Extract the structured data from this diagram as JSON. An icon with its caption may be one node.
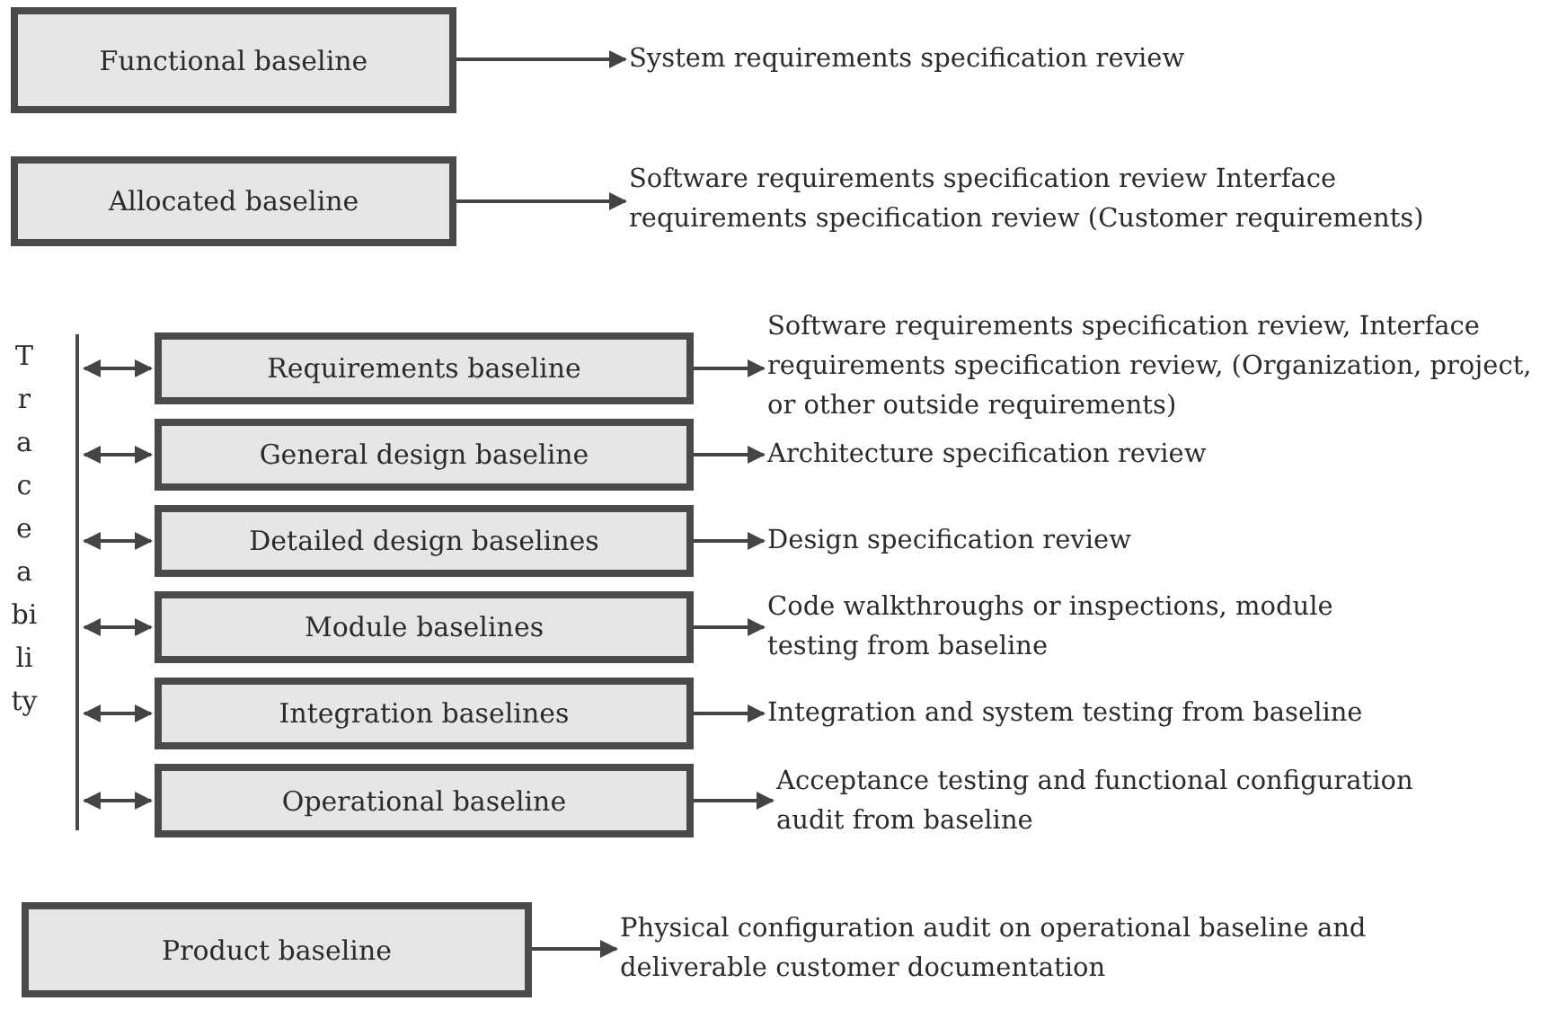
{
  "diagram": {
    "nodes": [
      {
        "text": [
          "Functional baseline"
        ]
      },
      {
        "text": [
          "System requirements specification review"
        ]
      },
      {
        "text": [
          "Allocated baseline"
        ]
      },
      {
        "text": [
          "Software requirements specification review Interface requirements specification review (Customer requirements)"
        ]
      },
      {
        "text": [
          "Traceability"
        ]
      },
      {
        "text": [
          "Requirements baseline"
        ]
      },
      {
        "text": [
          "Software requirements specification review, Interface requirements specification review, (Organization, project, or other outside requirements)"
        ]
      },
      {
        "text": [
          "General design baseline"
        ]
      },
      {
        "text": [
          "Architecture specification review"
        ]
      },
      {
        "text": [
          "Detailed design baselines"
        ]
      },
      {
        "text": [
          "Design specification review"
        ]
      },
      {
        "text": [
          "Module baselines"
        ]
      },
      {
        "text": [
          "Code walkthroughs or inspections, module testing from baseline"
        ]
      },
      {
        "text": [
          "Integration baselines"
        ]
      },
      {
        "text": [
          "Integration and system testing from baseline"
        ]
      },
      {
        "text": [
          "Operational baseline"
        ]
      },
      {
        "text": [
          "Acceptance testing and functional configuration audit from baseline"
        ]
      },
      {
        "text": [
          "Product baseline"
        ]
      },
      {
        "text": [
          "Physical configuration audit on operational baseline and deliverable customer documentation"
        ]
      }
    ],
    "edges": [
      {
        "from": 0,
        "to": 1,
        "arrow": "to"
      },
      {
        "from": 2,
        "to": 3,
        "arrow": "to"
      },
      {
        "from": 4,
        "to": 5,
        "arrow": "both"
      },
      {
        "from": 5,
        "to": 6,
        "arrow": "to"
      },
      {
        "from": 4,
        "to": 7,
        "arrow": "both"
      },
      {
        "from": 7,
        "to": 8,
        "arrow": "to"
      },
      {
        "from": 4,
        "to": 9,
        "arrow": "both"
      },
      {
        "from": 9,
        "to": 10,
        "arrow": "to"
      },
      {
        "from": 4,
        "to": 11,
        "arrow": "both"
      },
      {
        "from": 11,
        "to": 12,
        "arrow": "to"
      },
      {
        "from": 4,
        "to": 13,
        "arrow": "both"
      },
      {
        "from": 13,
        "to": 14,
        "arrow": "to"
      },
      {
        "from": 4,
        "to": 15,
        "arrow": "both"
      },
      {
        "from": 15,
        "to": 16,
        "arrow": "to"
      },
      {
        "from": 17,
        "to": 18,
        "arrow": "to"
      }
    ]
  }
}
